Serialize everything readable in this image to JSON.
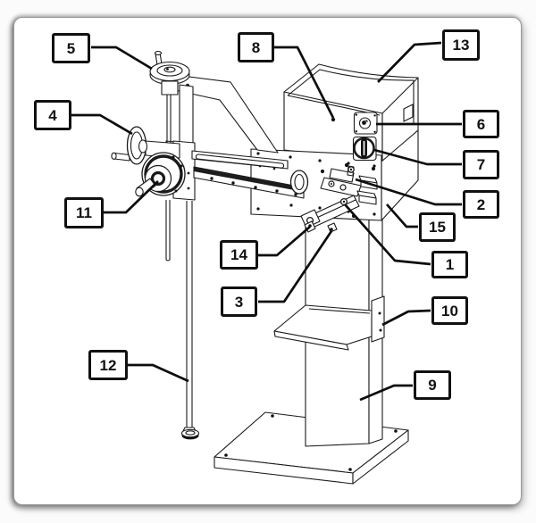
{
  "figure": {
    "kind": "isometric line drawing of pedestal-mounted machine with numbered part callouts",
    "paper_color": "#ffffff",
    "line_color": "#1a1a1a"
  },
  "diagram": {
    "callouts": [
      {
        "label": "1"
      },
      {
        "label": "2"
      },
      {
        "label": "3"
      },
      {
        "label": "4"
      },
      {
        "label": "5"
      },
      {
        "label": "6"
      },
      {
        "label": "7"
      },
      {
        "label": "8"
      },
      {
        "label": "9"
      },
      {
        "label": "10"
      },
      {
        "label": "11"
      },
      {
        "label": "12"
      },
      {
        "label": "13"
      },
      {
        "label": "14"
      },
      {
        "label": "15"
      }
    ]
  }
}
